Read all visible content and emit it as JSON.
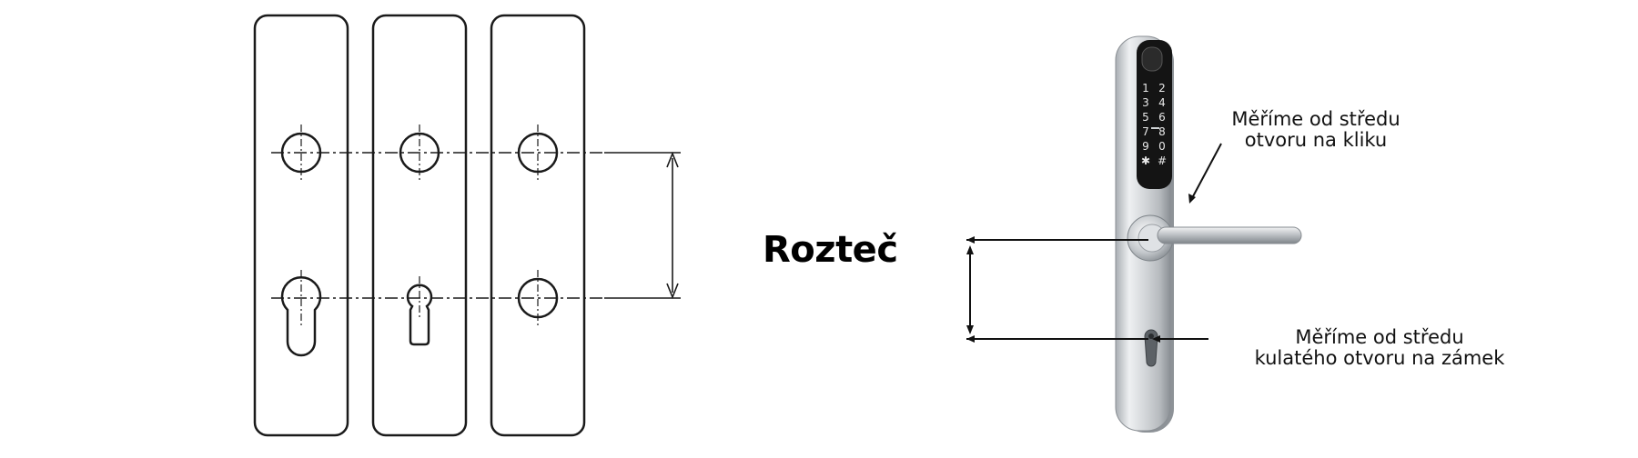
{
  "title": "Rozteč",
  "annotations": {
    "top": {
      "line1": "Měříme od středu",
      "line2": "otvoru na kliku"
    },
    "bottom": {
      "line1": "Měříme od středu",
      "line2": "kulatého otvoru na zámek"
    }
  },
  "keypad": {
    "left_column": [
      "1",
      "3",
      "5",
      "7",
      "9",
      "✱"
    ],
    "right_column": [
      "2",
      "4",
      "6",
      "8",
      "0",
      "#"
    ]
  },
  "colors": {
    "line": "#1a1a1a",
    "metal_light": "#e6e8ea",
    "metal_dark": "#9aa0a6",
    "panel": "#141414"
  }
}
